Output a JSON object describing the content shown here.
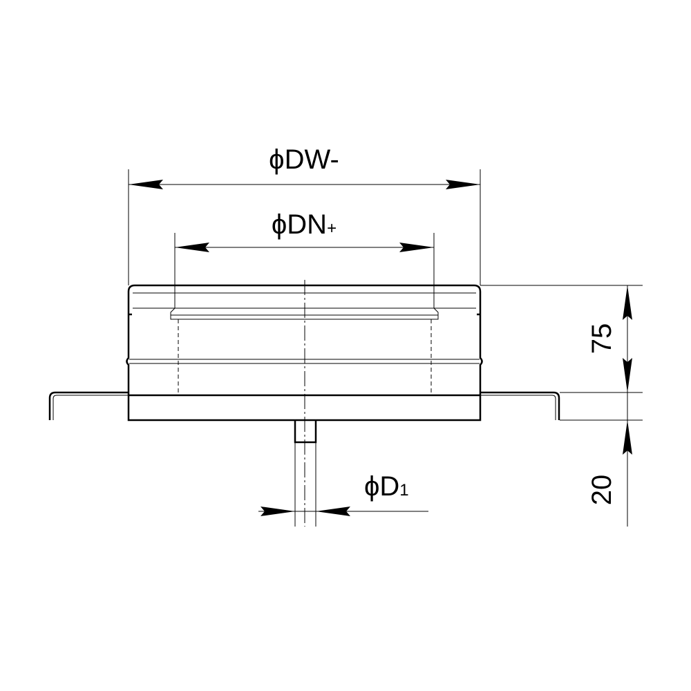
{
  "dimensions": {
    "dw": {
      "symbol": "ϕ",
      "main": "DW",
      "suffix": "-"
    },
    "dn": {
      "symbol": "ϕ",
      "main": "DN",
      "suffix": "+"
    },
    "d1": {
      "symbol": "ϕ",
      "main": "D",
      "suffix": "1"
    },
    "height_top": "75",
    "height_bottom": "20"
  }
}
